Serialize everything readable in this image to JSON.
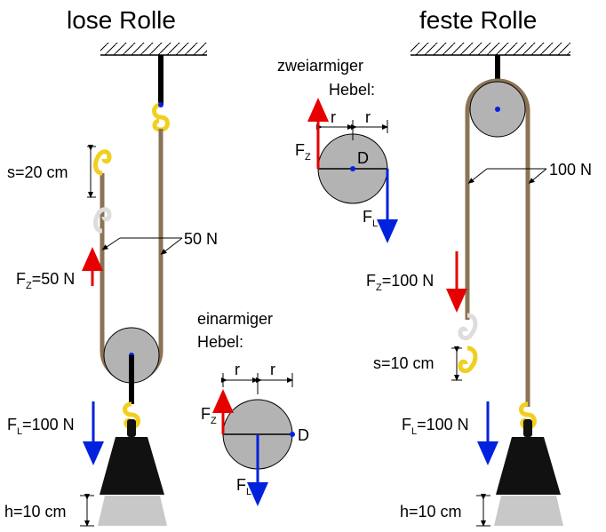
{
  "left": {
    "title": "lose Rolle",
    "s": "s=20 cm",
    "force_rope": "50 N",
    "fz_sub": "Z",
    "fz_val": "=50 N",
    "fl_sub": "L",
    "fl_val": "=100 N",
    "h": "h=10 cm"
  },
  "right": {
    "title": "feste Rolle",
    "force_rope": "100 N",
    "fz_sub": "Z",
    "fz_val": "=100 N",
    "s": "s=10 cm",
    "fl_sub": "L",
    "fl_val": "=100 N",
    "h": "h=10 cm"
  },
  "two_arm": {
    "caption_line1": "zweiarmiger",
    "caption_line2": "Hebel:",
    "r_left": "r",
    "r_right": "r",
    "pivot": "D",
    "fz_letter": "F",
    "fz_sub": "Z",
    "fl_letter": "F",
    "fl_sub": "L"
  },
  "one_arm": {
    "caption_line1": "einarmiger",
    "caption_line2": "Hebel:",
    "r_left": "r",
    "r_right": "r",
    "pivot": "D",
    "fz_letter": "F",
    "fz_sub": "Z",
    "fl_letter": "F",
    "fl_sub": "L"
  },
  "force_letter": "F",
  "colors": {
    "rope": "#8b7355",
    "pulley": "#b3b3b3",
    "weight": "#111111",
    "weight_base": "#c8c8c8",
    "hook": "#f2cf1e",
    "arrow_red": "#e60000",
    "arrow_blue": "#0022dd"
  }
}
